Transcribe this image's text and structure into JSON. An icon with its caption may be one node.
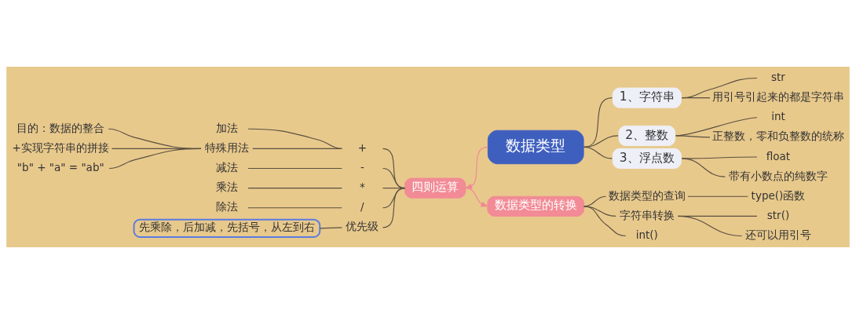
{
  "diagram": {
    "nodes": [
      {
        "text": [
          "数据类型"
        ]
      },
      {
        "text": [
          "1、字符串"
        ]
      },
      {
        "text": [
          "str"
        ]
      },
      {
        "text": [
          "用引号引起来的都是字符串"
        ]
      },
      {
        "text": [
          "2、整数"
        ]
      },
      {
        "text": [
          "int"
        ]
      },
      {
        "text": [
          "正整数，零和负整数的统称"
        ]
      },
      {
        "text": [
          "3、浮点数"
        ]
      },
      {
        "text": [
          "float"
        ]
      },
      {
        "text": [
          "带有小数点的纯数字"
        ]
      },
      {
        "text": [
          "四则运算"
        ]
      },
      {
        "text": [
          "+"
        ]
      },
      {
        "text": [
          "加法"
        ]
      },
      {
        "text": [
          "特殊用法"
        ]
      },
      {
        "text": [
          "目的：数据的整合"
        ]
      },
      {
        "text": [
          "+实现字符串的拼接"
        ]
      },
      {
        "text": [
          "\"b\" + \"a\" = \"ab\""
        ]
      },
      {
        "text": [
          "-"
        ]
      },
      {
        "text": [
          "减法"
        ]
      },
      {
        "text": [
          "*"
        ]
      },
      {
        "text": [
          "乘法"
        ]
      },
      {
        "text": [
          "/"
        ]
      },
      {
        "text": [
          "除法"
        ]
      },
      {
        "text": [
          "优先级"
        ]
      },
      {
        "text": [
          "先乘除，后加减，先括号，从左到右"
        ]
      },
      {
        "text": [
          "数据类型的转换"
        ]
      },
      {
        "text": [
          "数据类型的查询"
        ]
      },
      {
        "text": [
          "type()函数"
        ]
      },
      {
        "text": [
          "字符串转换"
        ]
      },
      {
        "text": [
          "str()"
        ]
      },
      {
        "text": [
          "还可以用引号"
        ]
      },
      {
        "text": [
          "int()"
        ]
      }
    ],
    "edges": [
      {
        "from": 0,
        "to": 1,
        "arrow": "none"
      },
      {
        "from": 1,
        "to": 2,
        "arrow": "none"
      },
      {
        "from": 1,
        "to": 3,
        "arrow": "none"
      },
      {
        "from": 0,
        "to": 4,
        "arrow": "none"
      },
      {
        "from": 4,
        "to": 5,
        "arrow": "none"
      },
      {
        "from": 4,
        "to": 6,
        "arrow": "none"
      },
      {
        "from": 0,
        "to": 7,
        "arrow": "none"
      },
      {
        "from": 7,
        "to": 8,
        "arrow": "none"
      },
      {
        "from": 7,
        "to": 9,
        "arrow": "none"
      },
      {
        "from": 0,
        "to": 10,
        "arrow": "to",
        "color": "#f08a94"
      },
      {
        "from": 10,
        "to": 11,
        "arrow": "none"
      },
      {
        "from": 11,
        "to": 12,
        "arrow": "none"
      },
      {
        "from": 11,
        "to": 13,
        "arrow": "none"
      },
      {
        "from": 13,
        "to": 14,
        "arrow": "none"
      },
      {
        "from": 13,
        "to": 15,
        "arrow": "none"
      },
      {
        "from": 13,
        "to": 16,
        "arrow": "none"
      },
      {
        "from": 10,
        "to": 17,
        "arrow": "none"
      },
      {
        "from": 17,
        "to": 18,
        "arrow": "none"
      },
      {
        "from": 10,
        "to": 19,
        "arrow": "none"
      },
      {
        "from": 19,
        "to": 20,
        "arrow": "none"
      },
      {
        "from": 10,
        "to": 21,
        "arrow": "none"
      },
      {
        "from": 21,
        "to": 22,
        "arrow": "none"
      },
      {
        "from": 10,
        "to": 23,
        "arrow": "none"
      },
      {
        "from": 23,
        "to": 24,
        "arrow": "none"
      },
      {
        "from": 10,
        "to": 25,
        "arrow": "to",
        "color": "#f08a94"
      },
      {
        "from": 25,
        "to": 26,
        "arrow": "none"
      },
      {
        "from": 26,
        "to": 27,
        "arrow": "none"
      },
      {
        "from": 25,
        "to": 28,
        "arrow": "none"
      },
      {
        "from": 28,
        "to": 29,
        "arrow": "none"
      },
      {
        "from": 28,
        "to": 30,
        "arrow": "none"
      },
      {
        "from": 25,
        "to": 31,
        "arrow": "none"
      }
    ]
  }
}
